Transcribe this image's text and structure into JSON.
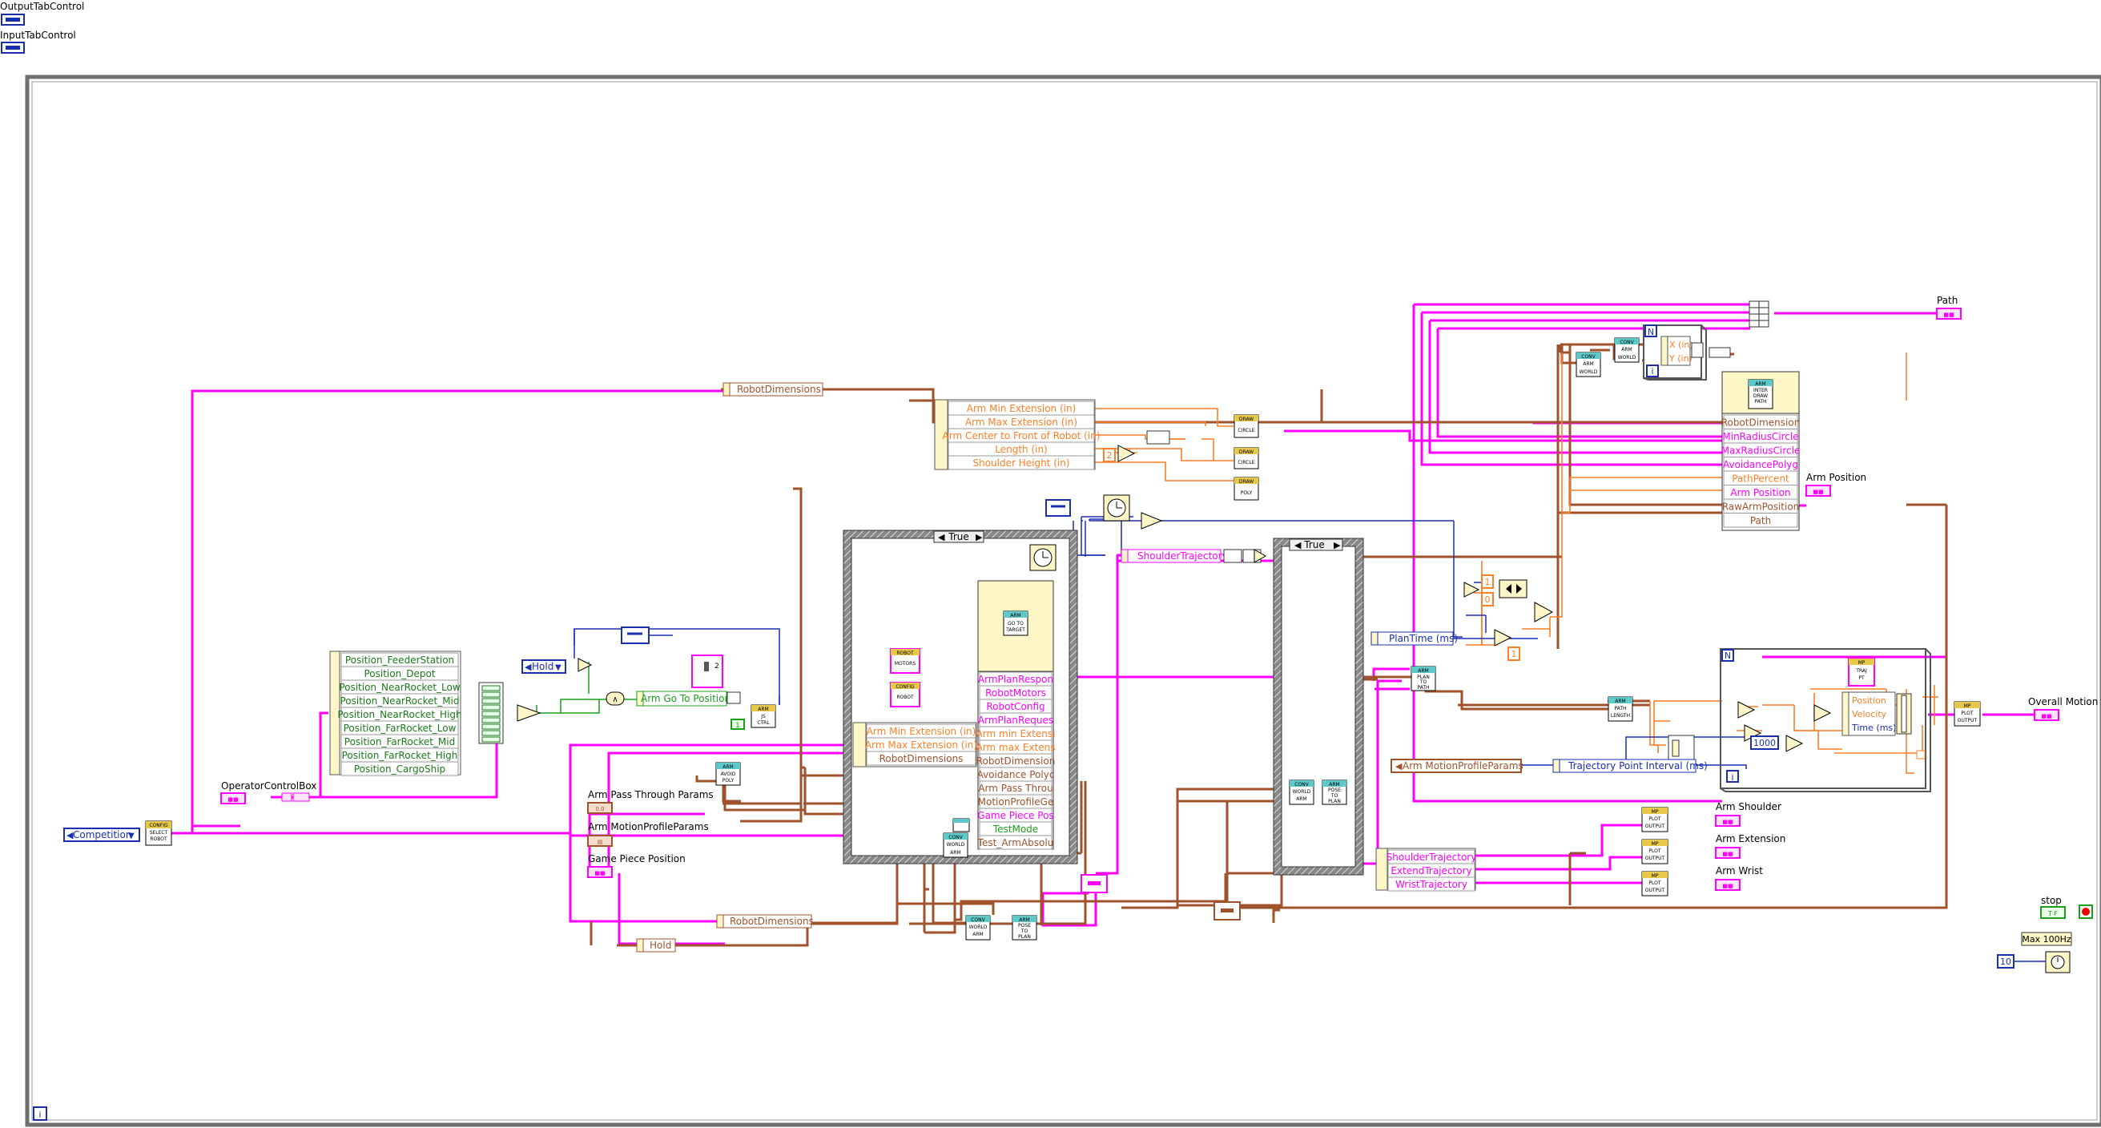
{
  "top_controls": {
    "output_tab": "OutputTabControl",
    "input_tab": "InputTabControl"
  },
  "controls": {
    "competition": "Competition",
    "operator_box": "OperatorControlBox",
    "hold_enum": "Hold",
    "arm_go_to_position": "Arm Go To Position",
    "arm_pass_through": "Arm Pass Through Params",
    "arm_motion_profile": "Arm MotionProfileParams",
    "game_piece_position": "Game Piece Position",
    "robot_dimensions_top": "RobotDimensions",
    "robot_dimensions_bottom": "RobotDimensions",
    "hold_bottom": "Hold",
    "shoulder_trajectory": "ShoulderTrajectory",
    "plan_time": "PlanTime (ms)",
    "arm_motion_profile_params": "Arm MotionProfileParams",
    "trajectory_point_interval": "Trajectory Point Interval (ms)",
    "const_2": "2",
    "const_0": "0",
    "const_1": "1",
    "const_1000": "1000",
    "const_10": "10",
    "stop_label": "stop",
    "stop_value": "T F",
    "max_hz": "Max 100Hz"
  },
  "position_list": [
    "Position_FeederStation",
    "Position_Depot",
    "Position_NearRocket_Low",
    "Position_NearRocket_Mid",
    "Position_NearRocket_High",
    "Position_FarRocket_Low",
    "Position_FarRocket_Mid",
    "Position_FarRocket_High",
    "Position_CargoShip"
  ],
  "extension_cluster": [
    "Arm Min Extension (in)",
    "Arm Max Extension (in)",
    "Arm Center to Front of Robot (in)",
    "Length (in)",
    "Shoulder Height (in)"
  ],
  "case_struct_1": {
    "selector": "True",
    "left_cluster": [
      "Arm Min Extension (in)",
      "Arm Max Extension (in)",
      "RobotDimensions"
    ],
    "goto_inputs": [
      "ArmPlanRespon",
      "RobotMotors",
      "RobotConfig",
      "ArmPlanReques",
      "Arm min Extensi",
      "Arm max Extens",
      "RobotDimension",
      "Avoidance Polyc",
      "Arm Pass Throu",
      "MotionProfileGe",
      "Game Piece Pos",
      "TestMode",
      "Test_ArmAbsolu"
    ]
  },
  "case_struct_2": {
    "selector": "True"
  },
  "draw_node": {
    "inputs": [
      "RobotDimension",
      "MinRadiusCircle",
      "MaxRadiusCircle",
      "AvoidancePolyg",
      "PathPercent",
      "Arm Position",
      "RawArmPosition",
      "Path"
    ]
  },
  "xy_cluster": [
    "X (in)",
    "Y (in)"
  ],
  "traj_unbundle": [
    "ShoulderTrajectory",
    "ExtendTrajectory",
    "WristTrajectory"
  ],
  "loop2_unbundle": [
    "Position",
    "Velocity",
    "Time (ms)"
  ],
  "indicators": {
    "path": "Path",
    "arm_position": "Arm Position",
    "overall_motion": "Overall Motion",
    "arm_shoulder": "Arm Shoulder",
    "arm_extension": "Arm Extension",
    "arm_wrist": "Arm Wrist"
  },
  "subvis": {
    "config": [
      "CONFIG",
      "SELECT",
      "ROBOT"
    ],
    "arm_goto": [
      "ARM",
      "GO TO",
      "TARGET"
    ],
    "robot_motors": [
      "ROBOT",
      "MOTORS"
    ],
    "robot_config": [
      "CONFIG",
      "ROBOT"
    ],
    "avoid_poly": [
      "ARM",
      "AVOID",
      "POLY"
    ],
    "js_ctrl": [
      "ARM",
      "JS",
      "CTRL"
    ],
    "conv_world_arm": [
      "CONV",
      "WORLD",
      "ARM"
    ],
    "conv_world_arm_2": [
      "CONV",
      "WORLD",
      "ARM"
    ],
    "conv_world_arm_3": [
      "CONV",
      "WORLD",
      "ARM"
    ],
    "pose_to_plan": [
      "ARM",
      "POSE",
      "TO",
      "PLAN"
    ],
    "pose_to_plan_2": [
      "ARM",
      "POSE",
      "TO",
      "PLAN"
    ],
    "plan_to_path": [
      "ARM",
      "PLAN",
      "TO",
      "PATH"
    ],
    "path_length": [
      "ARM",
      "PATH",
      "LENGTH"
    ],
    "conv_arm_world_a": [
      "CONV",
      "ARM",
      "WORLD"
    ],
    "conv_arm_world_b": [
      "CONV",
      "ARM",
      "WORLD"
    ],
    "draw_circle_1": [
      "DRAW",
      "CIRCLE"
    ],
    "draw_circle_2": [
      "DRAW",
      "CIRCLE"
    ],
    "draw_poly": [
      "DRAW",
      "POLY"
    ],
    "inter_draw_path": [
      "ARM",
      "INTER",
      "DRAW",
      "PATH"
    ],
    "traj_pt": [
      "MP",
      "TRAJ",
      "PT"
    ],
    "plot_output_main": [
      "MP",
      "PLOT",
      "OUTPUT"
    ],
    "plot_output_1": [
      "MP",
      "PLOT",
      "OUTPUT"
    ],
    "plot_output_2": [
      "MP",
      "PLOT",
      "OUTPUT"
    ],
    "plot_output_3": [
      "MP",
      "PLOT",
      "OUTPUT"
    ]
  },
  "loop_labels": {
    "n1": "N",
    "n2": "N",
    "i1": "i",
    "i2": "i",
    "i_main": "i"
  },
  "colors": {
    "cluster": "#ff00ff",
    "path": "#a0522d",
    "numeric": "#ff7f27",
    "bool": "#1aa01a",
    "ref": "#0000e0",
    "struct": "#5a5a5a",
    "subvi_bg": "#fff9c4"
  }
}
